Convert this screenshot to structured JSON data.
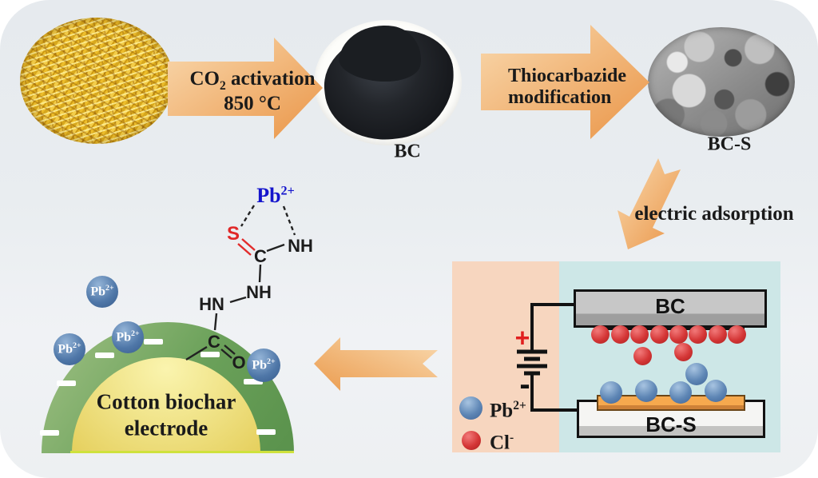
{
  "colors": {
    "canvas_bg": "#e9edf0",
    "arrow_orange_light": "#f9d9ae",
    "arrow_orange_dark": "#ea9547",
    "peach_panel": "#f7d6bf",
    "cyan_panel": "#cde7e7",
    "pb_ion_blue": "#5e86b5",
    "cl_ion_red": "#d43636",
    "dome_green": "#6ba15a",
    "dome_core_yellow": "#f0e388",
    "slab_orange": "#f6a94e",
    "pb_text_blue": "#1414cc",
    "sulfur_red": "#e02828",
    "plus_red": "#e01f1f"
  },
  "figure": {
    "step1": {
      "co": "CO",
      "sub": "2",
      "activation": " activation",
      "temp": "850 °C"
    },
    "bc_label": "BC",
    "step2": {
      "line1": "Thiocarbazide",
      "line2": "modification"
    },
    "bcs_label": "BC-S",
    "step3_label": "electric adsorption",
    "cell": {
      "plus": "+",
      "minus": "-",
      "top_electrode": "BC",
      "bottom_electrode": "BC-S",
      "legend_pb_base": "Pb",
      "legend_pb_charge": "2+",
      "legend_cl_base": "Cl",
      "legend_cl_charge": "-"
    },
    "molecule": {
      "pb_base": "Pb",
      "pb_charge": "2+",
      "s": "S",
      "c_top": "C",
      "nh_top": "NH",
      "nh_mid": "NH",
      "hn": "HN",
      "c_bottom": "C",
      "o": "O"
    },
    "dome": {
      "line1": "Cotton biochar",
      "line2": "electrode",
      "ion_base": "Pb",
      "ion_charge": "2+"
    }
  }
}
